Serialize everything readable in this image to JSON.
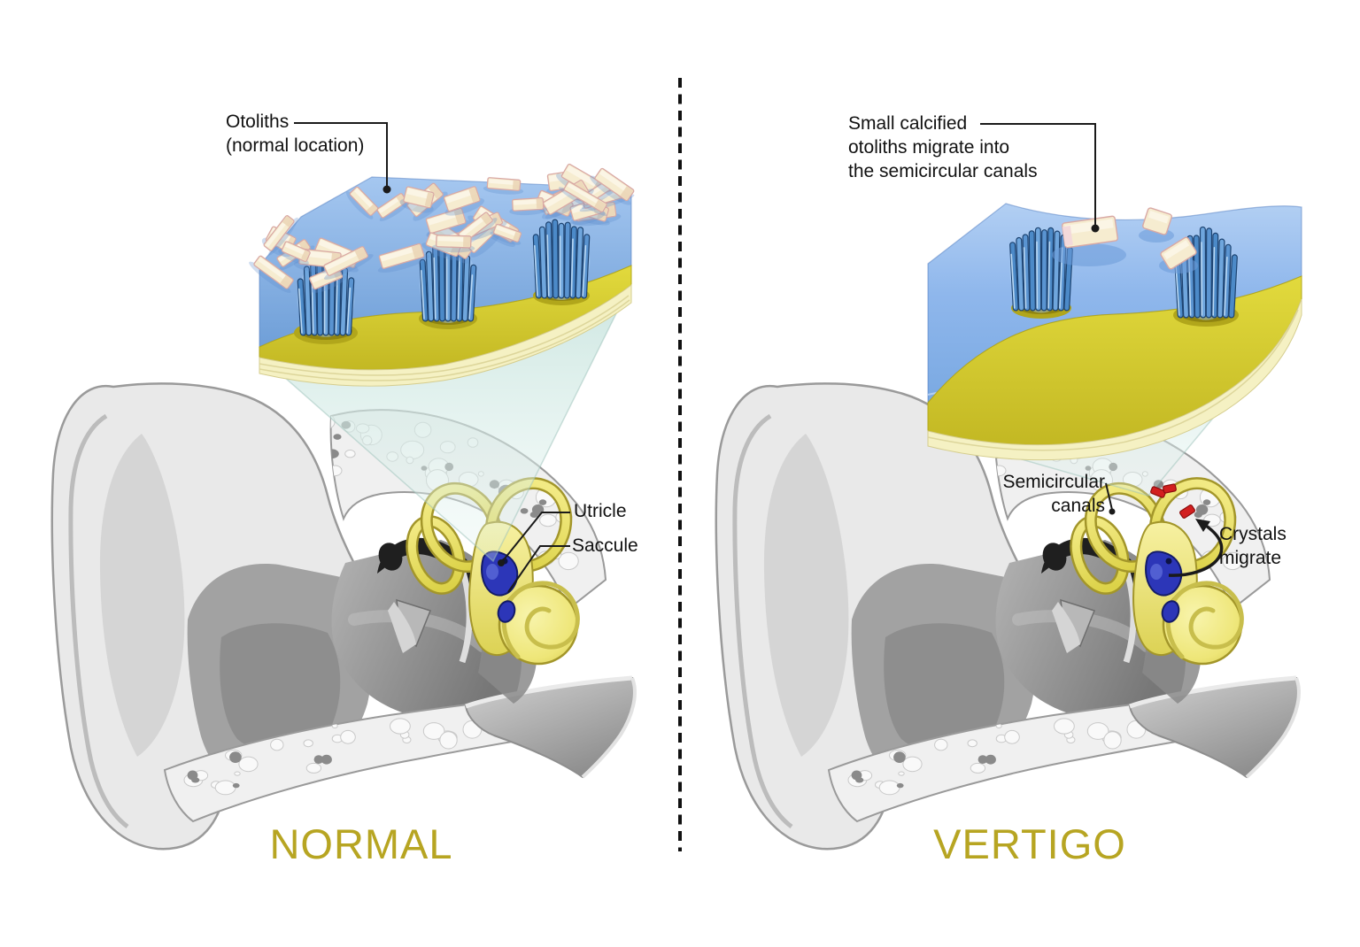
{
  "figure": {
    "left_panel": {
      "title": "NORMAL",
      "otoliths_label_line1": "Otoliths",
      "otoliths_label_line2": "(normal location)",
      "utricle_label": "Utricle",
      "saccule_label": "Saccule"
    },
    "right_panel": {
      "title": "VERTIGO",
      "migration_label_line1": "Small calcified",
      "migration_label_line2": "otoliths migrate into",
      "migration_label_line3": "the semicircular canals",
      "semicircular_label_line1": "Semicircular",
      "semicircular_label_line2": "canals",
      "crystals_label_line1": "Crystals",
      "crystals_label_line2": "migrate"
    },
    "colors": {
      "background": "#ffffff",
      "title_text": "#b7a522",
      "label_text": "#111111",
      "labyrinth_yellow": "#ece254",
      "otolith_crystal_cream": "#f6ecd0",
      "gel_membrane_blue": "#8fb9ec",
      "macula_yellow": "#d6cd31",
      "hair_cell_blue": "#4c8ac8",
      "migrated_crystal_red": "#d21f1f",
      "magnifier_cone_cyan": "#d6eae5",
      "bone_gray": "#f0f0f0",
      "utricle_saccule_blue": "#2c36b8"
    }
  }
}
